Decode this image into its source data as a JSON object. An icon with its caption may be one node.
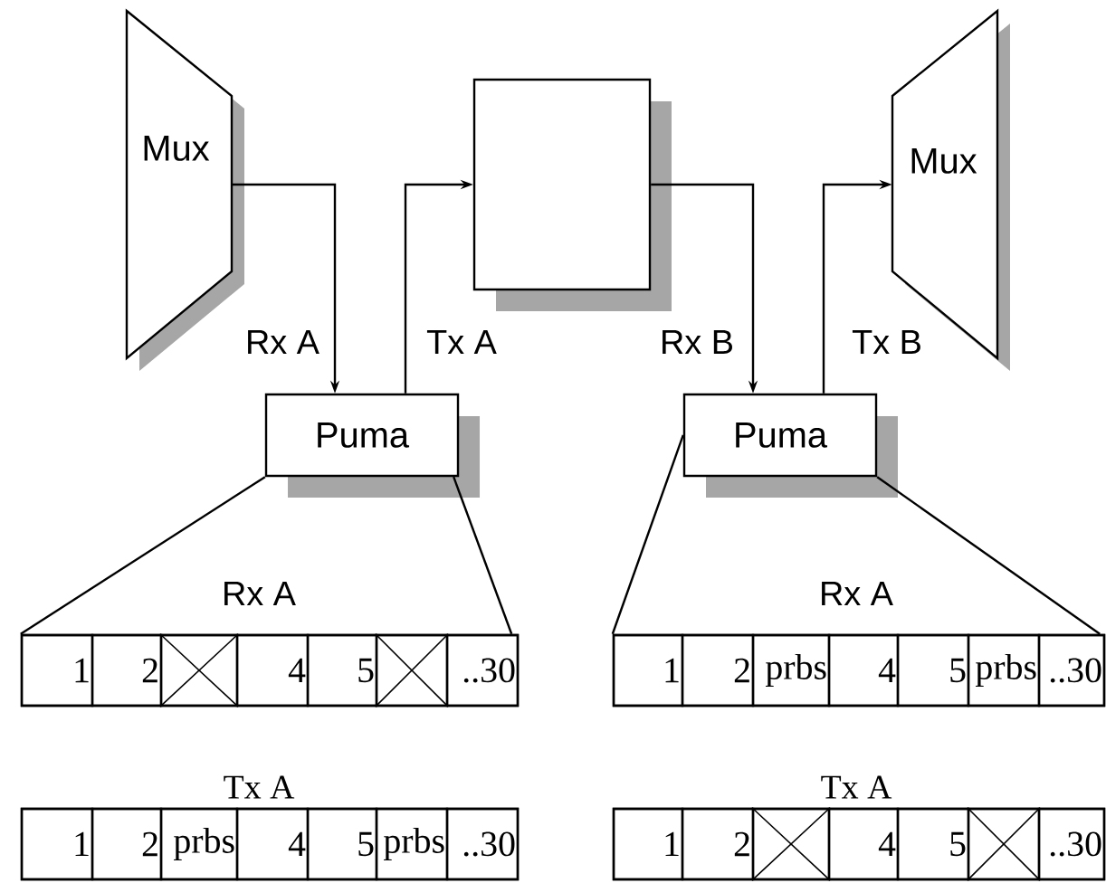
{
  "diagram": {
    "nodes": [
      {
        "text": [
          "Mux"
        ]
      },
      {
        "text": [],
        "shape": "box"
      },
      {
        "text": [
          "Mux"
        ]
      },
      {
        "text": [
          "Puma"
        ]
      },
      {
        "text": [
          "Puma"
        ]
      },
      {
        "text": [
          "Rx A"
        ]
      },
      {
        "text": [
          "1"
        ],
        "in": 5
      },
      {
        "text": [
          "2"
        ],
        "in": 5
      },
      {
        "text": [],
        "shape": "box",
        "in": 5
      },
      {
        "text": [
          "4"
        ],
        "in": 5
      },
      {
        "text": [
          "5"
        ],
        "in": 5
      },
      {
        "text": [],
        "shape": "box",
        "in": 5
      },
      {
        "text": [
          "..30"
        ],
        "in": 5
      },
      {
        "text": [
          "Tx A"
        ]
      },
      {
        "text": [
          "1"
        ],
        "in": 13
      },
      {
        "text": [
          "2"
        ],
        "in": 13
      },
      {
        "text": [
          "prbs"
        ],
        "in": 13
      },
      {
        "text": [
          "4"
        ],
        "in": 13
      },
      {
        "text": [
          "5"
        ],
        "in": 13
      },
      {
        "text": [
          "prbs"
        ],
        "in": 13
      },
      {
        "text": [
          "..30"
        ],
        "in": 13
      },
      {
        "text": [
          "Rx A"
        ]
      },
      {
        "text": [
          "1"
        ],
        "in": 21
      },
      {
        "text": [
          "2"
        ],
        "in": 21
      },
      {
        "text": [
          "prbs"
        ],
        "in": 21
      },
      {
        "text": [
          "4"
        ],
        "in": 21
      },
      {
        "text": [
          "5"
        ],
        "in": 21
      },
      {
        "text": [
          "prbs"
        ],
        "in": 21
      },
      {
        "text": [
          "..30"
        ],
        "in": 21
      },
      {
        "text": [
          "Tx A"
        ]
      },
      {
        "text": [
          "1"
        ],
        "in": 29
      },
      {
        "text": [
          "2"
        ],
        "in": 29
      },
      {
        "text": [],
        "shape": "box",
        "in": 29
      },
      {
        "text": [
          "4"
        ],
        "in": 29
      },
      {
        "text": [
          "5"
        ],
        "in": 29
      },
      {
        "text": [],
        "shape": "box",
        "in": 29
      },
      {
        "text": [
          "..30"
        ],
        "in": 29
      }
    ],
    "edges": [
      {
        "from": 0,
        "to": 3,
        "arrow": "to",
        "label": "Rx A"
      },
      {
        "from": 3,
        "to": 1,
        "arrow": "to",
        "label": "Tx A"
      },
      {
        "from": 1,
        "to": 4,
        "arrow": "to",
        "label": "Rx B"
      },
      {
        "from": 4,
        "to": 2,
        "arrow": "to",
        "label": "Tx B"
      },
      {
        "from": 3,
        "to": 5,
        "arrow": "none"
      },
      {
        "from": 3,
        "to": 5,
        "arrow": "none"
      },
      {
        "from": 4,
        "to": 21,
        "arrow": "none"
      },
      {
        "from": 4,
        "to": 21,
        "arrow": "none"
      }
    ]
  }
}
